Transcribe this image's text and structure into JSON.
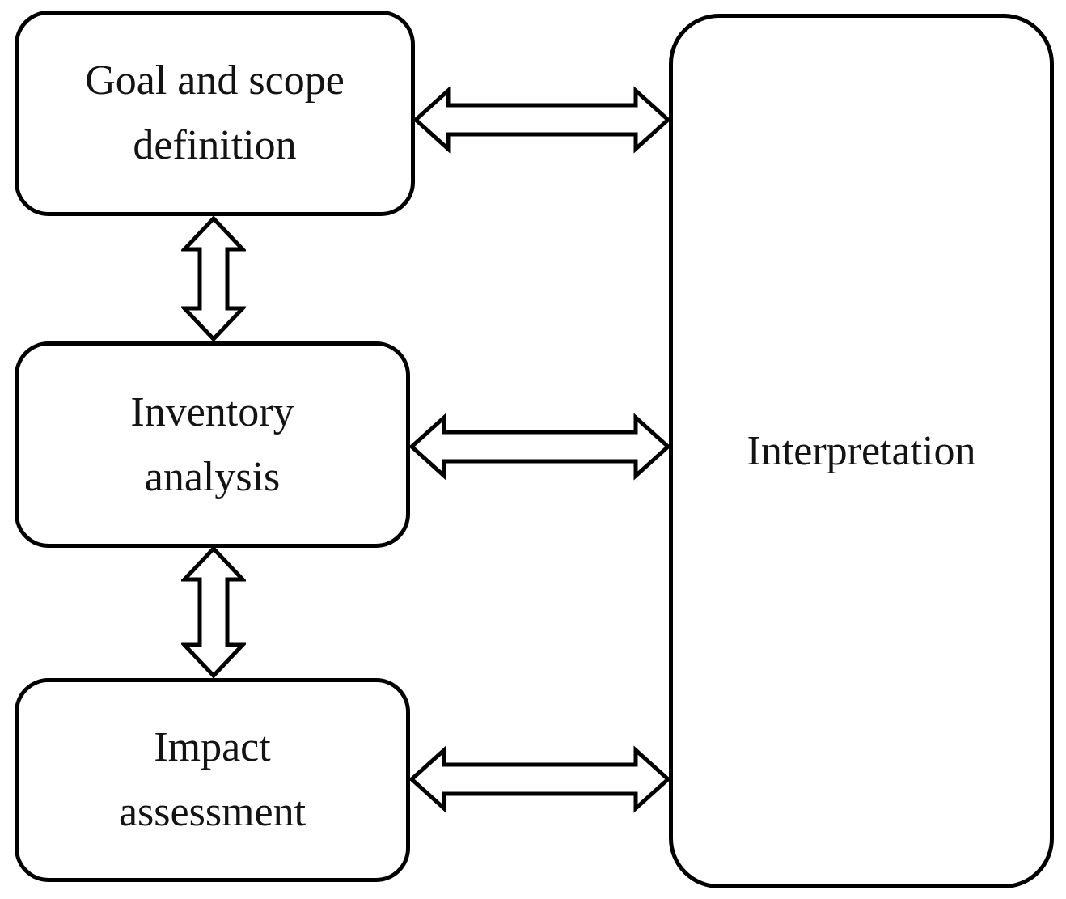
{
  "diagram": {
    "nodes": [
      {
        "id": "goal-and-scope",
        "lines": [
          "Goal and scope",
          "definition"
        ]
      },
      {
        "id": "inventory-analysis",
        "lines": [
          "Inventory",
          "analysis"
        ]
      },
      {
        "id": "impact-assessment",
        "lines": [
          "Impact",
          "assessment"
        ]
      },
      {
        "id": "interpretation",
        "lines": [
          "Interpretation"
        ]
      }
    ],
    "connections": [
      {
        "from": "goal-and-scope",
        "to": "interpretation",
        "type": "double-headed-arrow",
        "orientation": "horizontal"
      },
      {
        "from": "inventory-analysis",
        "to": "interpretation",
        "type": "double-headed-arrow",
        "orientation": "horizontal"
      },
      {
        "from": "impact-assessment",
        "to": "interpretation",
        "type": "double-headed-arrow",
        "orientation": "horizontal"
      },
      {
        "from": "goal-and-scope",
        "to": "inventory-analysis",
        "type": "double-headed-arrow",
        "orientation": "vertical"
      },
      {
        "from": "inventory-analysis",
        "to": "impact-assessment",
        "type": "double-headed-arrow",
        "orientation": "vertical"
      }
    ],
    "colors": {
      "stroke": "#000000",
      "fill": "#ffffff",
      "text": "#131313",
      "background": "#ffffff"
    }
  }
}
